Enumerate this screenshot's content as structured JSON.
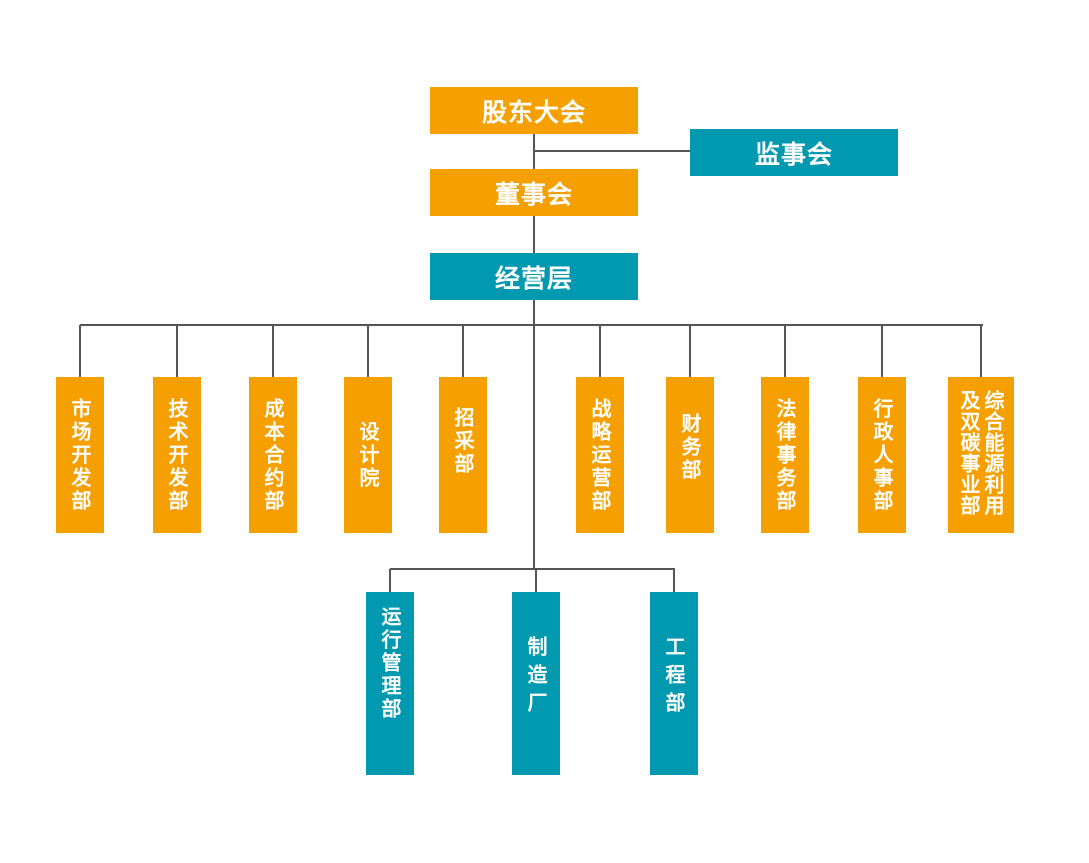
{
  "colors": {
    "orange": "#F5A000",
    "teal": "#0099B0",
    "line": "#555555"
  },
  "top": {
    "shareholders": "股东大会",
    "supervisors": "监事会",
    "board": "董事会",
    "management": "经营层"
  },
  "departments": [
    {
      "label": "市场开发部",
      "color": "orange"
    },
    {
      "label": "技术开发部",
      "color": "orange"
    },
    {
      "label": "成本合约部",
      "color": "orange"
    },
    {
      "label": "设计院",
      "color": "orange"
    },
    {
      "label": "招采部",
      "color": "orange"
    },
    {
      "label": "战略运营部",
      "color": "orange"
    },
    {
      "label": "财务部",
      "color": "orange"
    },
    {
      "label": "法律事务部",
      "color": "orange"
    },
    {
      "label": "行政人事部",
      "color": "orange"
    },
    {
      "label": "综合能源利用及双碳事业部",
      "color": "orange"
    }
  ],
  "subunits": [
    {
      "label": "运行管理部",
      "color": "teal"
    },
    {
      "label": "制造厂",
      "color": "teal"
    },
    {
      "label": "工程部",
      "color": "teal"
    }
  ]
}
